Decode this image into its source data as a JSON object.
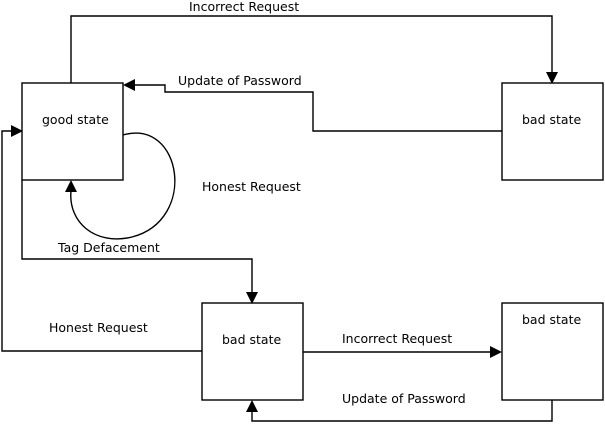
{
  "states": {
    "good": "good state",
    "bad_top_right": "bad state",
    "bad_bottom_middle": "bad state",
    "bad_bottom_right": "bad state"
  },
  "transitions": {
    "incorrect_request_top": "Incorrect Request",
    "update_password_top": "Update of Password",
    "honest_request_loop": "Honest Request",
    "tag_defacement": "Tag Defacement",
    "honest_request_back": "Honest Request",
    "incorrect_request_bottom": "Incorrect Request",
    "update_password_bottom": "Update of Password"
  },
  "colors": {
    "stroke": "#000000",
    "background": "#ffffff"
  }
}
